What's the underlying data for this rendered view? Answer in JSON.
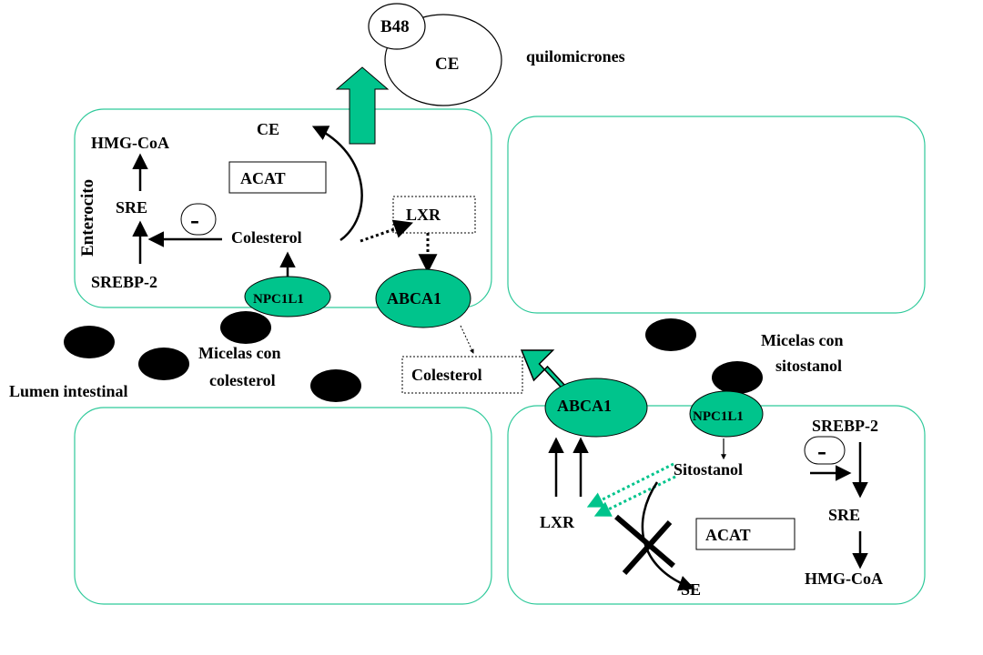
{
  "colors": {
    "cell_outline": "#2ec99a",
    "transporter_fill": "#00c48c",
    "arrow": "#000000",
    "dotted_green": "#00c48c",
    "micelle": "#000000"
  },
  "chylomicron": {
    "b48": "B48",
    "ce": "CE",
    "label": "quilomicrones"
  },
  "top_cell": {
    "side_label": "Enterocito",
    "hmg_coa": "HMG-CoA",
    "sre": "SRE",
    "srebp2": "SREBP-2",
    "ce": "CE",
    "acat": "ACAT",
    "minus": "-",
    "colesterol": "Colesterol",
    "lxr": "LXR",
    "npc1l1": "NPC1L1",
    "abca1": "ABCA1"
  },
  "lumen": {
    "micelas_colesterol": [
      "Micelas con",
      "colesterol"
    ],
    "micelas_sitostanol": [
      "Micelas con",
      "sitostanol"
    ],
    "lumen_label": "Lumen intestinal",
    "colesterol_box": "Colesterol"
  },
  "bottom_cell": {
    "abca1": "ABCA1",
    "npc1l1": "NPC1L1",
    "sitostanol": "Sitostanol",
    "lxr": "LXR",
    "acat": "ACAT",
    "se": "SE",
    "srebp2": "SREBP-2",
    "minus": "-",
    "sre": "SRE",
    "hmg_coa": "HMG-CoA"
  }
}
